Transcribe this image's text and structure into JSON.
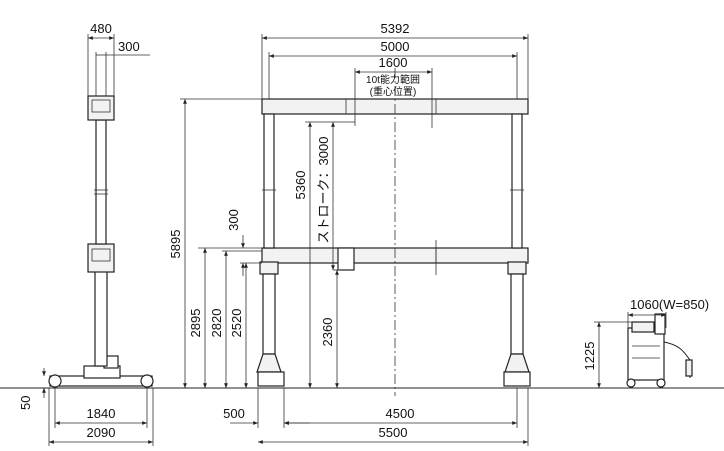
{
  "dimensions": {
    "side_top_width": "480",
    "side_inner_width": "300",
    "overall_width": "5392",
    "beam_span": "5000",
    "load_range": "1600",
    "capacity_note_line1": "10t能力範囲",
    "capacity_note_line2": "(重心位置)",
    "total_height": "5895",
    "lift_height": "5360",
    "stroke_label": "ストローク：3000",
    "beam_depth": "300",
    "height_2895": "2895",
    "height_2820": "2820",
    "height_2520": "2520",
    "height_2360": "2360",
    "base_height": "50",
    "base_inner_width": "1840",
    "base_outer_width": "2090",
    "leg_offset": "500",
    "leg_span": "4500",
    "overall_length": "5500",
    "unit_width": "1060(W=850)",
    "unit_height": "1225"
  }
}
